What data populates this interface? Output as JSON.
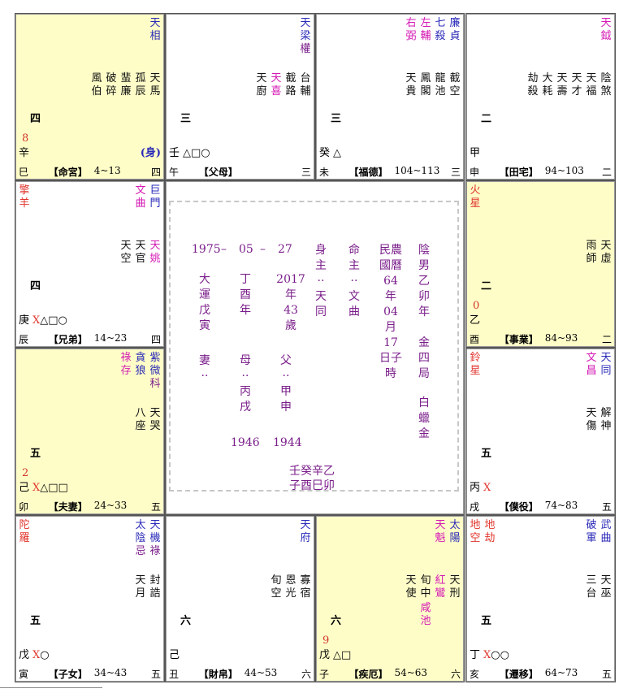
{
  "cells": [
    {
      "id": "ming",
      "x": 0,
      "y": 0,
      "yellow": true,
      "cols": [
        {
          "t": "天相",
          "c": "blue",
          "y": 0
        }
      ],
      "minor": [
        [
          "孤",
          "辰"
        ],
        [
          "天",
          "馬"
        ],
        [
          "蜚",
          "廉"
        ],
        [
          "破",
          "碎"
        ],
        [
          "風",
          "伯"
        ]
      ],
      "minor_colors": [
        "black",
        "black",
        "black",
        "black",
        "black"
      ],
      "digit": "四",
      "num": "8",
      "marks": "",
      "stem": "辛",
      "branch": "巳",
      "extra": "(身)",
      "palace": "【命宮】",
      "range": "4~13",
      "footdigit": "四"
    }
  ],
  "palaces": [
    {
      "name": "palace-ming",
      "yellow": true,
      "pos": [
        0,
        0
      ],
      "main": [
        {
          "t": "天相",
          "c": "blue"
        }
      ],
      "minor": [
        {
          "t": "天馬",
          "c": "black"
        },
        {
          "t": "孤辰",
          "c": "black"
        },
        {
          "t": "蜚廉",
          "c": "black"
        },
        {
          "t": "破碎",
          "c": "black"
        },
        {
          "t": "風伯",
          "c": "black"
        }
      ],
      "digit": "四",
      "num": "8",
      "tianshen_mark": "(身)",
      "marks": "",
      "stem": "辛",
      "branch": "巳",
      "palace": "【命宮】",
      "range": "4~13",
      "tail": "四"
    },
    {
      "name": "palace-fumu",
      "yellow": false,
      "pos": [
        1,
        0
      ],
      "main": [
        {
          "t": "天梁",
          "c": "blue"
        },
        {
          "t": "權",
          "c": "purple",
          "offset": 2
        }
      ],
      "minor": [
        {
          "t": "台輔",
          "c": "black"
        },
        {
          "t": "截路",
          "c": "black"
        },
        {
          "t": "天喜",
          "c": "magenta"
        },
        {
          "t": "天廚",
          "c": "black"
        }
      ],
      "digit": "三",
      "num": "",
      "tianshen_mark": "",
      "marks": "△□○",
      "stem": "壬",
      "branch": "午",
      "palace": "【父母】",
      "range": "",
      "tail": "三"
    },
    {
      "name": "palace-fude",
      "yellow": false,
      "pos": [
        2,
        0
      ],
      "main": [
        {
          "t": "廉貞",
          "c": "blue"
        },
        {
          "t": "七殺",
          "c": "blue"
        },
        {
          "t": "左輔",
          "c": "magenta"
        },
        {
          "t": "右弼",
          "c": "magenta"
        }
      ],
      "minor": [
        {
          "t": "截空",
          "c": "black"
        },
        {
          "t": "龍池",
          "c": "black"
        },
        {
          "t": "鳳閣",
          "c": "black"
        },
        {
          "t": "天貴",
          "c": "black"
        }
      ],
      "digit": "三",
      "num": "",
      "tianshen_mark": "",
      "marks": "△",
      "stem": "癸",
      "branch": "未",
      "palace": "【福德】",
      "range": "104~113",
      "tail": "三"
    },
    {
      "name": "palace-tianzhai",
      "yellow": false,
      "pos": [
        3,
        0
      ],
      "main": [
        {
          "t": "天鉞",
          "c": "magenta"
        }
      ],
      "minor": [
        {
          "t": "陰煞",
          "c": "black"
        },
        {
          "t": "天福",
          "c": "black"
        },
        {
          "t": "天才",
          "c": "black"
        },
        {
          "t": "天壽",
          "c": "black"
        },
        {
          "t": "大耗",
          "c": "black"
        },
        {
          "t": "劫殺",
          "c": "black"
        }
      ],
      "digit": "二",
      "num": "",
      "tianshen_mark": "",
      "marks": "",
      "stem": "甲",
      "branch": "申",
      "palace": "【田宅】",
      "range": "94~103",
      "tail": "二"
    },
    {
      "name": "palace-xiongdi",
      "yellow": false,
      "pos": [
        0,
        1
      ],
      "main": [
        {
          "t": "巨門",
          "c": "blue"
        },
        {
          "t": "文曲",
          "c": "magenta"
        }
      ],
      "left": [
        {
          "t": "擎羊",
          "c": "red"
        }
      ],
      "minor": [
        {
          "t": "天姚",
          "c": "magenta"
        },
        {
          "t": "天官",
          "c": "black"
        },
        {
          "t": "天空",
          "c": "black"
        }
      ],
      "digit": "四",
      "num": "",
      "tianshen_mark": "",
      "marks": "X△□○",
      "stem": "庚",
      "branch": "辰",
      "palace": "【兄弟】",
      "range": "14~23",
      "tail": "四"
    },
    {
      "name": "palace-shiye",
      "yellow": true,
      "pos": [
        3,
        1
      ],
      "main": [],
      "left": [
        {
          "t": "火星",
          "c": "red"
        }
      ],
      "minor": [
        {
          "t": "天虛",
          "c": "black"
        },
        {
          "t": "雨師",
          "c": "black"
        }
      ],
      "digit": "二",
      "num": "0",
      "tianshen_mark": "",
      "marks": "",
      "stem": "乙",
      "branch": "酉",
      "palace": "【事業】",
      "range": "84~93",
      "tail": "二"
    },
    {
      "name": "palace-fuqi",
      "yellow": true,
      "pos": [
        0,
        2
      ],
      "main": [
        {
          "t": "紫微",
          "c": "blue"
        },
        {
          "t": "科",
          "c": "purple",
          "offset": 2
        },
        {
          "t": "貪狼",
          "c": "blue"
        },
        {
          "t": "祿存",
          "c": "magenta"
        }
      ],
      "minor": [
        {
          "t": "天哭",
          "c": "black"
        },
        {
          "t": "八座",
          "c": "black"
        }
      ],
      "digit": "五",
      "num": "2",
      "tianshen_mark": "",
      "marks": "X△□□",
      "stem": "己",
      "branch": "卯",
      "palace": "【夫妻】",
      "range": "24~33",
      "tail": "五"
    },
    {
      "name": "palace-puyi",
      "yellow": false,
      "pos": [
        3,
        2
      ],
      "main": [
        {
          "t": "天同",
          "c": "blue"
        },
        {
          "t": "文昌",
          "c": "magenta"
        }
      ],
      "left": [
        {
          "t": "鈴星",
          "c": "red"
        }
      ],
      "minor": [
        {
          "t": "解神",
          "c": "black"
        },
        {
          "t": "天傷",
          "c": "black"
        }
      ],
      "digit": "五",
      "num": "",
      "tianshen_mark": "",
      "marks": "X",
      "stem": "丙",
      "branch": "戌",
      "palace": "【僕役】",
      "range": "74~83",
      "tail": "五"
    },
    {
      "name": "palace-zinu",
      "yellow": false,
      "pos": [
        0,
        3
      ],
      "main": [
        {
          "t": "天機",
          "c": "blue"
        },
        {
          "t": "祿",
          "c": "purple",
          "offset": 2
        },
        {
          "t": "太陰",
          "c": "blue"
        },
        {
          "t": "忌",
          "c": "purple",
          "offset": 2
        }
      ],
      "left": [
        {
          "t": "陀羅",
          "c": "red"
        }
      ],
      "minor": [
        {
          "t": "封誥",
          "c": "black"
        },
        {
          "t": "天月",
          "c": "black"
        }
      ],
      "digit": "五",
      "num": "",
      "tianshen_mark": "",
      "marks": "X○",
      "stem": "戊",
      "branch": "寅",
      "palace": "【子女】",
      "range": "34~43",
      "tail": "五"
    },
    {
      "name": "palace-caibo",
      "yellow": false,
      "pos": [
        1,
        3
      ],
      "main": [
        {
          "t": "天府",
          "c": "blue"
        }
      ],
      "minor": [
        {
          "t": "寡宿",
          "c": "black"
        },
        {
          "t": "恩光",
          "c": "black"
        },
        {
          "t": "旬空",
          "c": "black"
        }
      ],
      "digit": "六",
      "num": "",
      "tianshen_mark": "",
      "marks": "",
      "stem": "己",
      "branch": "丑",
      "palace": "【財帛】",
      "range": "44~53",
      "tail": "六"
    },
    {
      "name": "palace-jie",
      "yellow": true,
      "pos": [
        2,
        3
      ],
      "main": [
        {
          "t": "太陽",
          "c": "blue"
        },
        {
          "t": "天魁",
          "c": "magenta"
        }
      ],
      "minor": [
        {
          "t": "天刑",
          "c": "black"
        },
        {
          "t": "紅鸞",
          "c": "magenta"
        },
        {
          "t": "旬中",
          "c": "black"
        },
        {
          "t": "天使",
          "c": "black"
        }
      ],
      "minor_extra": {
        "t": "咸池",
        "c": "magenta",
        "col": 2
      },
      "digit": "六",
      "num": "9",
      "tianshen_mark": "",
      "marks": "△□",
      "stem": "戊",
      "branch": "子",
      "palace": "【疾厄】",
      "range": "54~63",
      "tail": "六"
    },
    {
      "name": "palace-qianyi",
      "yellow": false,
      "pos": [
        3,
        3
      ],
      "main": [
        {
          "t": "武曲",
          "c": "blue"
        },
        {
          "t": "破軍",
          "c": "blue"
        }
      ],
      "left": [
        {
          "t": "地空",
          "c": "red"
        },
        {
          "t": "地劫",
          "c": "red"
        }
      ],
      "minor": [
        {
          "t": "天巫",
          "c": "black"
        },
        {
          "t": "三台",
          "c": "black"
        }
      ],
      "digit": "五",
      "num": "",
      "tianshen_mark": "",
      "marks": "X○○",
      "stem": "丁",
      "branch": "亥",
      "palace": "【遷移】",
      "range": "64~73",
      "tail": "五"
    }
  ],
  "center": {
    "date_year": "1975",
    "date_dash1": "–",
    "date_month": "05",
    "date_dash2": "–",
    "date_day": "27",
    "col_dayun": "大運戊寅",
    "col_ding": "丁酉年",
    "col_2017": [
      "2017",
      "年",
      "43",
      "歲"
    ],
    "col_shen": "身主··天同",
    "col_ming": "命主··文曲",
    "col_nongli": [
      "民農",
      "國曆",
      "64",
      "年",
      "04",
      "月",
      "17",
      "日子",
      "時"
    ],
    "col_yin": "陰男乙卯年",
    "col_jinsi": "金四局",
    "col_baila": "白蠟金",
    "col_qi": "妻··",
    "col_mu": "母··丙戌",
    "col_fu": "父··甲申",
    "year_mu": "1946",
    "year_fu": "1944",
    "gan": "壬癸辛乙",
    "zhi": "子酉巳卯"
  }
}
